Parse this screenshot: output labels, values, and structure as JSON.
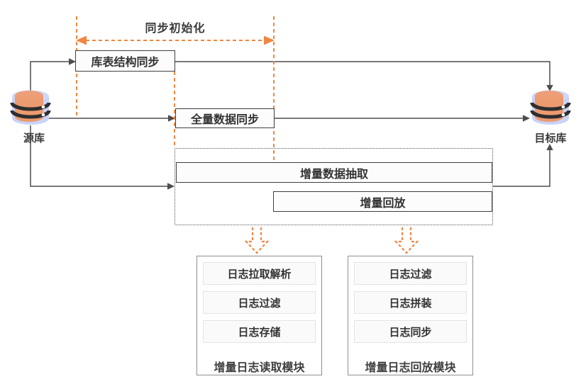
{
  "phase": {
    "title": "同步初始化"
  },
  "source_db": {
    "label": "源库",
    "icon": "database-icon"
  },
  "target_db": {
    "label": "目标库",
    "icon": "database-icon"
  },
  "stages": {
    "schema_sync": "库表结构同步",
    "full_sync": "全量数据同步",
    "incremental_extract": "增量数据抽取",
    "incremental_replay": "增量回放"
  },
  "modules": {
    "reader": {
      "label": "增量日志读取模块",
      "steps": [
        "日志拉取解析",
        "日志过滤",
        "日志存储"
      ]
    },
    "replayer": {
      "label": "增量日志回放模块",
      "steps": [
        "日志过滤",
        "日志拼装",
        "日志同步"
      ]
    }
  },
  "colors": {
    "accent_orange": "#EF8742",
    "connector_gray": "#4D4D4D",
    "db_lavender": "#C9D3F7",
    "db_orange": "#F0935F"
  }
}
